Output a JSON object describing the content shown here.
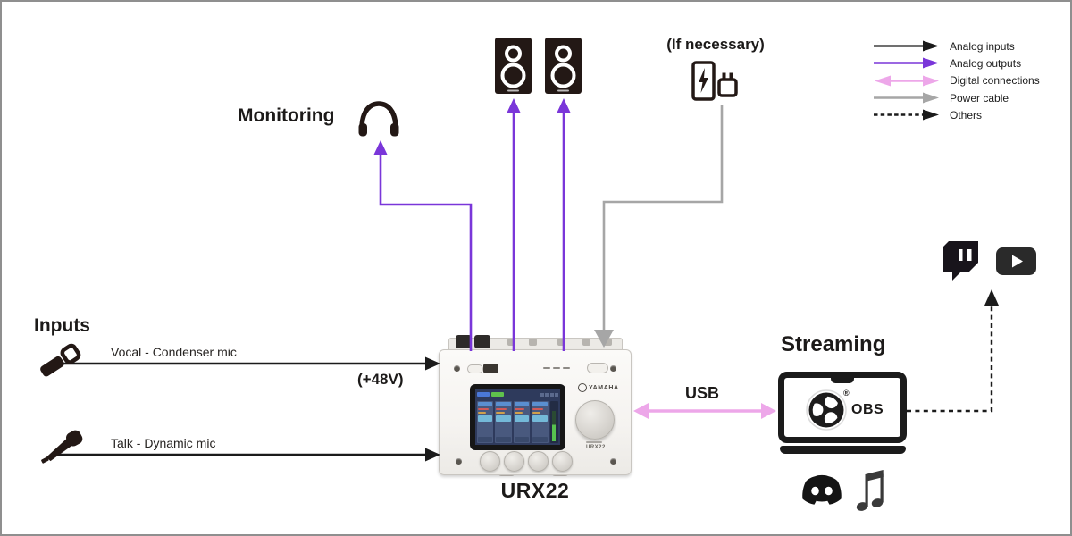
{
  "colors": {
    "analog_inputs": "#1b1b1b",
    "analog_outputs": "#7a36d9",
    "digital_connections": "#eda7e9",
    "power_cable": "#a6a6a6",
    "others": "#1b1b1b",
    "canvas_border": "#8f8f8f"
  },
  "legend": {
    "items": [
      {
        "label": "Analog inputs",
        "kind": "solid-black-arrow"
      },
      {
        "label": "Analog outputs",
        "kind": "solid-purple-arrow"
      },
      {
        "label": "Digital connections",
        "kind": "double-pink-arrow"
      },
      {
        "label": "Power cable",
        "kind": "solid-gray-arrow"
      },
      {
        "label": "Others",
        "kind": "dashed-black-arrow"
      }
    ]
  },
  "monitoring": {
    "label": "Monitoring"
  },
  "power": {
    "label": "(If necessary)"
  },
  "inputs": {
    "heading": "Inputs",
    "vocal_label": "Vocal - Condenser mic",
    "phantom_label": "(+48V)",
    "talk_label": "Talk - Dynamic mic"
  },
  "device": {
    "name": "URX22",
    "brand": "YAMAHA",
    "model_print": "URX22"
  },
  "usb": {
    "label": "USB"
  },
  "streaming": {
    "heading": "Streaming",
    "obs_label": "OBS",
    "obs_reg": "®"
  },
  "icons": [
    "speaker-icon",
    "headphones-icon",
    "power-bank-icon",
    "power-adapter-icon",
    "condenser-mic-icon",
    "dynamic-mic-icon",
    "laptop-icon",
    "obs-logo-icon",
    "twitch-icon",
    "youtube-icon",
    "discord-icon",
    "music-note-icon"
  ]
}
